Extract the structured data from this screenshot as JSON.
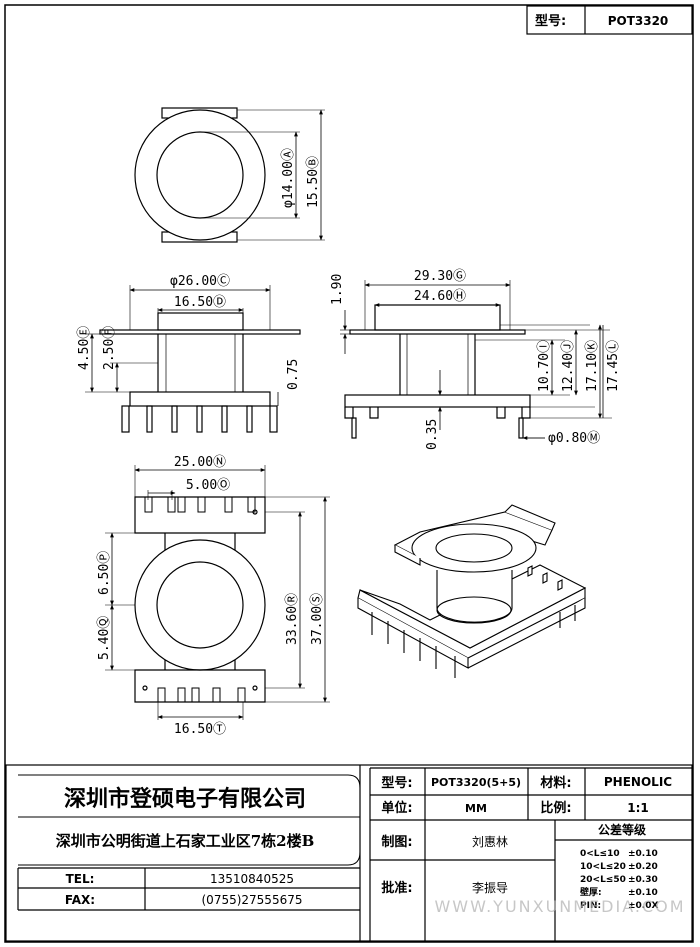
{
  "header": {
    "model_label": "型号:",
    "model_value": "POT3320"
  },
  "dimensions": {
    "d14": "φ14.00Ⓐ",
    "d15_5": "15.50Ⓑ",
    "d26": "φ26.00Ⓒ",
    "d16_5": "16.50Ⓓ",
    "d4_5": "4.50Ⓔ",
    "d2_5": "2.50Ⓕ",
    "d0_75": "0.75",
    "d29_3": "29.30Ⓖ",
    "d24_6": "24.60Ⓗ",
    "d1_9": "1.90",
    "d10_7": "10.70Ⓘ",
    "d12_4": "12.40Ⓙ",
    "d17_1": "17.10Ⓚ",
    "d17_45": "17.45Ⓛ",
    "d0_35": "0.35",
    "d0_8": "φ0.80Ⓜ",
    "d25": "25.00Ⓝ",
    "d5": "5.00Ⓞ",
    "d6_5": "6.50Ⓟ",
    "d5_4": "5.40Ⓠ",
    "d33_6": "33.60Ⓡ",
    "d37": "37.00Ⓢ",
    "d16_5b": "16.50Ⓣ"
  },
  "title_block": {
    "company": "深圳市登硕电子有限公司",
    "address": "深圳市公明街道上石家工业区7栋2楼B",
    "tel_label": "TEL:",
    "tel_value": "13510840525",
    "fax_label": "FAX:",
    "fax_value": "(0755)27555675",
    "model_label": "型号:",
    "model_value": "POT3320(5+5)",
    "material_label": "材料:",
    "material_value": "PHENOLIC",
    "unit_label": "单位:",
    "unit_value": "MM",
    "scale_label": "比例:",
    "scale_value": "1:1",
    "drawn_label": "制图:",
    "drawn_value": "刘惠林",
    "approved_label": "批准:",
    "approved_value": "李振导",
    "tolerance_title": "公差等级",
    "tolerances": [
      {
        "range": "0<L≤10",
        "value": "±0.10"
      },
      {
        "range": "10<L≤20",
        "value": "±0.20"
      },
      {
        "range": "20<L≤50",
        "value": "±0.30"
      },
      {
        "range": "壁厚:",
        "value": "±0.10"
      },
      {
        "range": "PIN:",
        "value": "±0.0X"
      }
    ],
    "watermark": "WWW.YUNXUNMEDIA.COM"
  }
}
